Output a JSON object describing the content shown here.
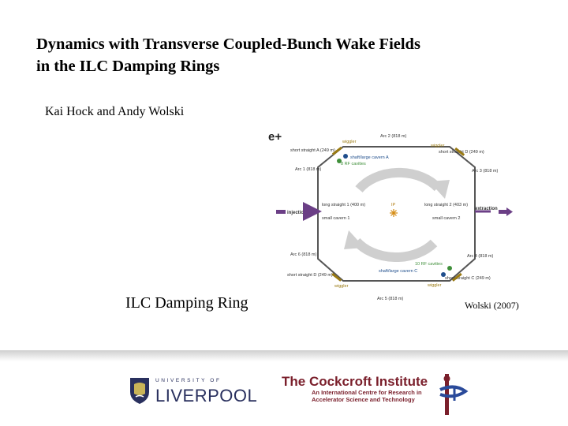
{
  "slide": {
    "title_line1": "Dynamics with Transverse Coupled-Bunch Wake Fields",
    "title_line2": "in the ILC Damping Rings",
    "authors": "Kai Hock and Andy Wolski",
    "caption": "ILC Damping Ring",
    "credit": "Wolski (2007)"
  },
  "diagram": {
    "particle": "e+",
    "arc2": "Arc 2 (818 m)",
    "short_straight_a": "short straight A (249 m)",
    "short_straight_d_top": "short straight D (249 m)",
    "wiggler_tl": "wiggler",
    "wiggler_tr": "wiggler",
    "shaft_cavern_a": "shaft/large cavern A",
    "rf_cavities_top": "8 RF cavities",
    "arc1": "Arc 1 (818 m)",
    "arc3": "Arc 3 (818 m)",
    "injection": "injection",
    "extraction": "extraction",
    "long_straight_1": "long straight 1 (400 m)",
    "long_straight_2": "long straight 2 (403 m)",
    "ip": "IP",
    "small_cavern_1": "small cavern 1",
    "small_cavern_2": "small cavern 2",
    "arc6": "Arc 6 (818 m)",
    "arc4": "Arc 4 (818 m)",
    "rf_cavities_bottom": "10 RF cavities",
    "shaft_cavern_c": "shaft/large cavern C",
    "short_straight_d_bottom": "short straight D (249 m)",
    "short_straight_c": "short straight C (249 m)",
    "wiggler_bl": "wiggler",
    "wiggler_br": "wiggler",
    "arc5": "Arc 5 (818 m)"
  },
  "logos": {
    "liverpool_top": "UNIVERSITY OF",
    "liverpool_main": "LIVERPOOL",
    "cockcroft_name": "The Cockcroft Institute",
    "cockcroft_sub1": "An International Centre for Research in",
    "cockcroft_sub2": "Accelerator Science and Technology"
  },
  "colors": {
    "ring": "#555555",
    "purple": "#6b3f86",
    "green": "#3f8f3a",
    "brown": "#9c7a3a",
    "wiggler": "#9a7a12",
    "cavern": "#1f4e8c",
    "cockcroft": "#7a1f2b",
    "liverpool": "#29305e"
  }
}
